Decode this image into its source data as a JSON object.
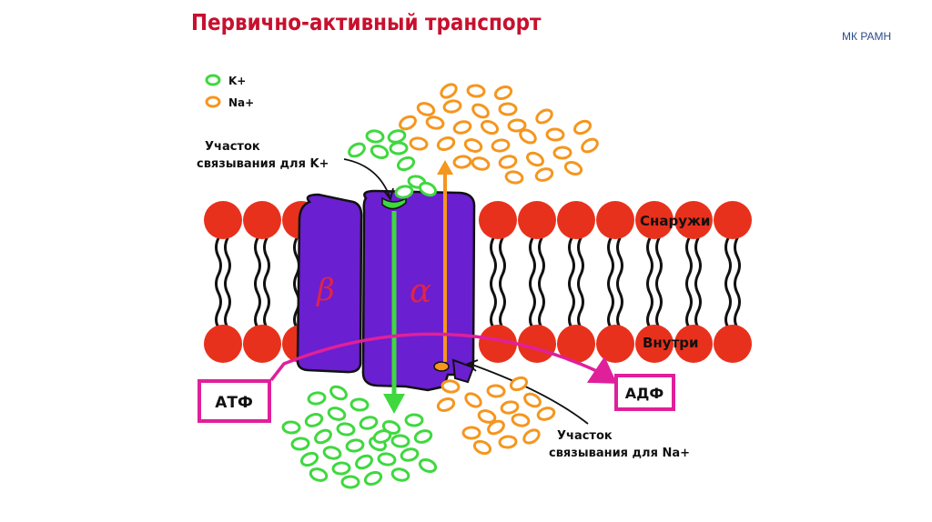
{
  "slide": {
    "title": "Первично-активный транспорт",
    "brand": "МК РАМН"
  },
  "legend": {
    "k_label": "K+",
    "na_label": "Na+"
  },
  "labels": {
    "k_site_line1": "Участок",
    "k_site_line2": "связывания для K+",
    "na_site_line1": "Участок",
    "na_site_line2": "связывания для Na+",
    "outside": "Снаружи",
    "inside": "Внутри",
    "atp": "АТФ",
    "adp": "АДФ",
    "subunit_beta": "β",
    "subunit_alpha": "α"
  },
  "colors": {
    "title": "#c8102e",
    "lipid_head": "#e8311c",
    "protein": "#6a1fd0",
    "k_ion": "#3fd83f",
    "na_ion": "#f5961e",
    "arrow_magenta": "#e0209a",
    "arrow_orange": "#f5961e",
    "arrow_green": "#3fd83f",
    "brand": "#2b4a8b"
  }
}
